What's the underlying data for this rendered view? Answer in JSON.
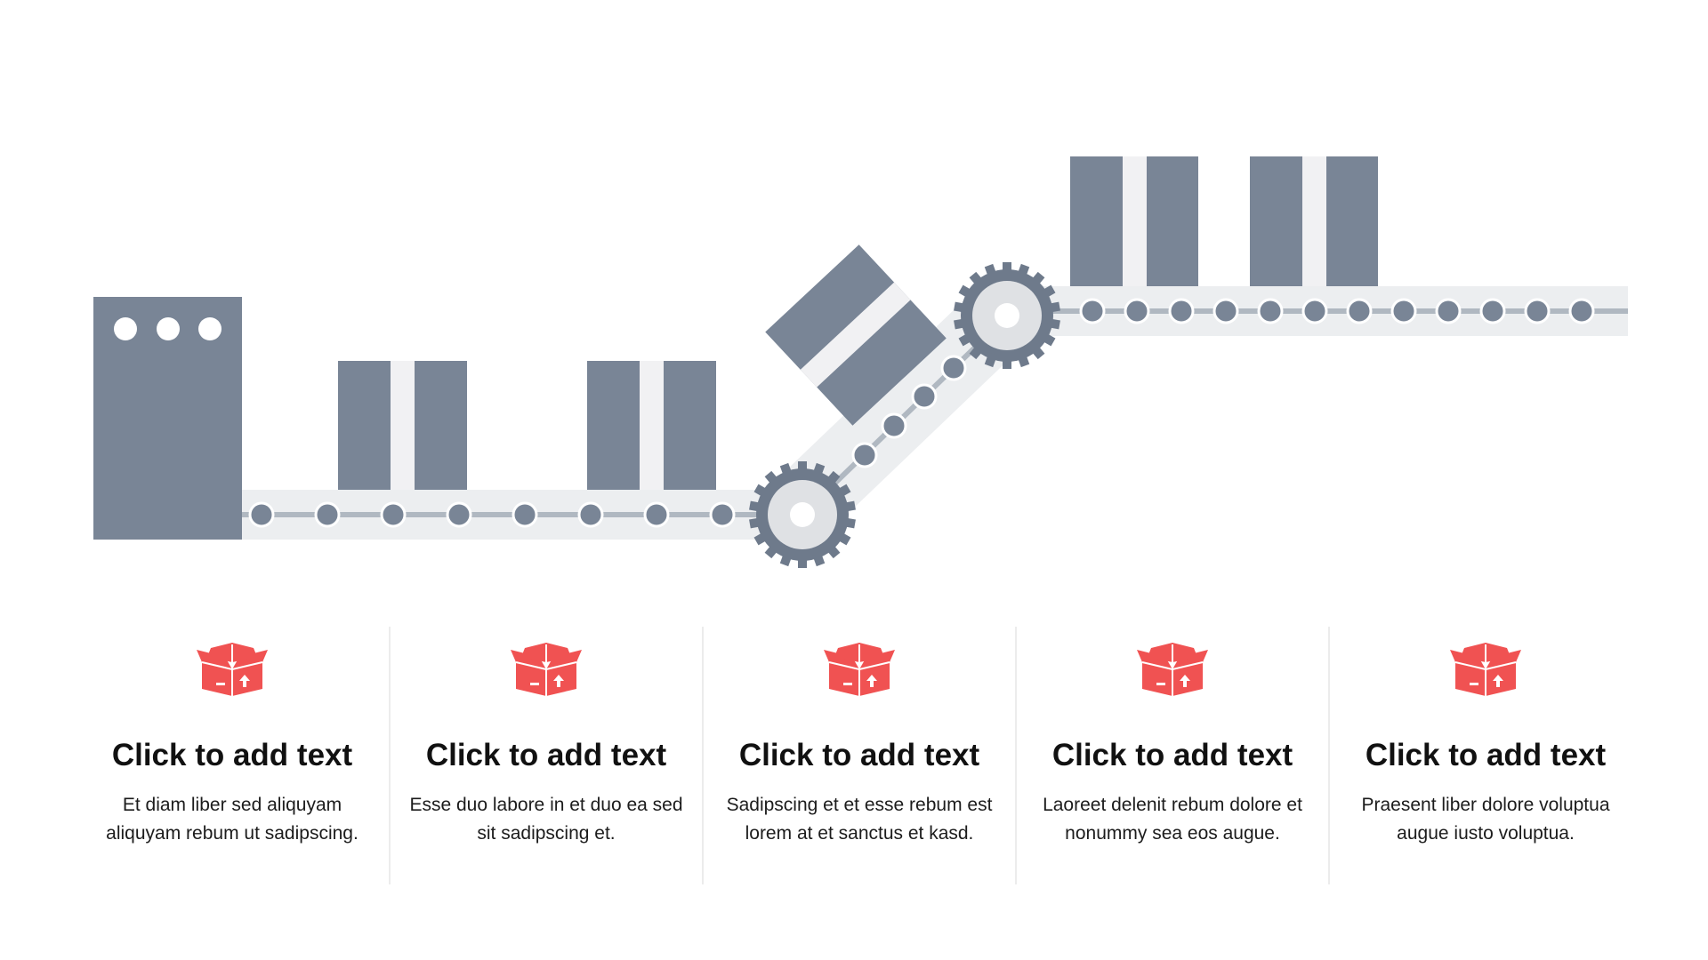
{
  "colors": {
    "machine": "#798596",
    "box": "#798596",
    "box_stripe": "#f1f1f3",
    "belt_bg": "#eceef0",
    "belt_line": "#b0b8c1",
    "roller": "#798596",
    "gear": "#6e7a8b",
    "gear_face": "#dfe1e4",
    "accent": "#f05252"
  },
  "icon": "open-box-icon",
  "cards": [
    {
      "title": "Click to add text",
      "text": "Et diam liber sed aliquyam aliquyam rebum ut sadipscing."
    },
    {
      "title": "Click to add text",
      "text": "Esse duo labore in et duo ea sed sit sadipscing et."
    },
    {
      "title": "Click to add text",
      "text": "Sadipscing et et esse rebum est lorem at et sanctus et kasd."
    },
    {
      "title": "Click to add text",
      "text": "Laoreet delenit rebum dolore et nonummy sea eos augue."
    },
    {
      "title": "Click to add text",
      "text": "Praesent liber dolore voluptua augue iusto voluptua."
    }
  ]
}
